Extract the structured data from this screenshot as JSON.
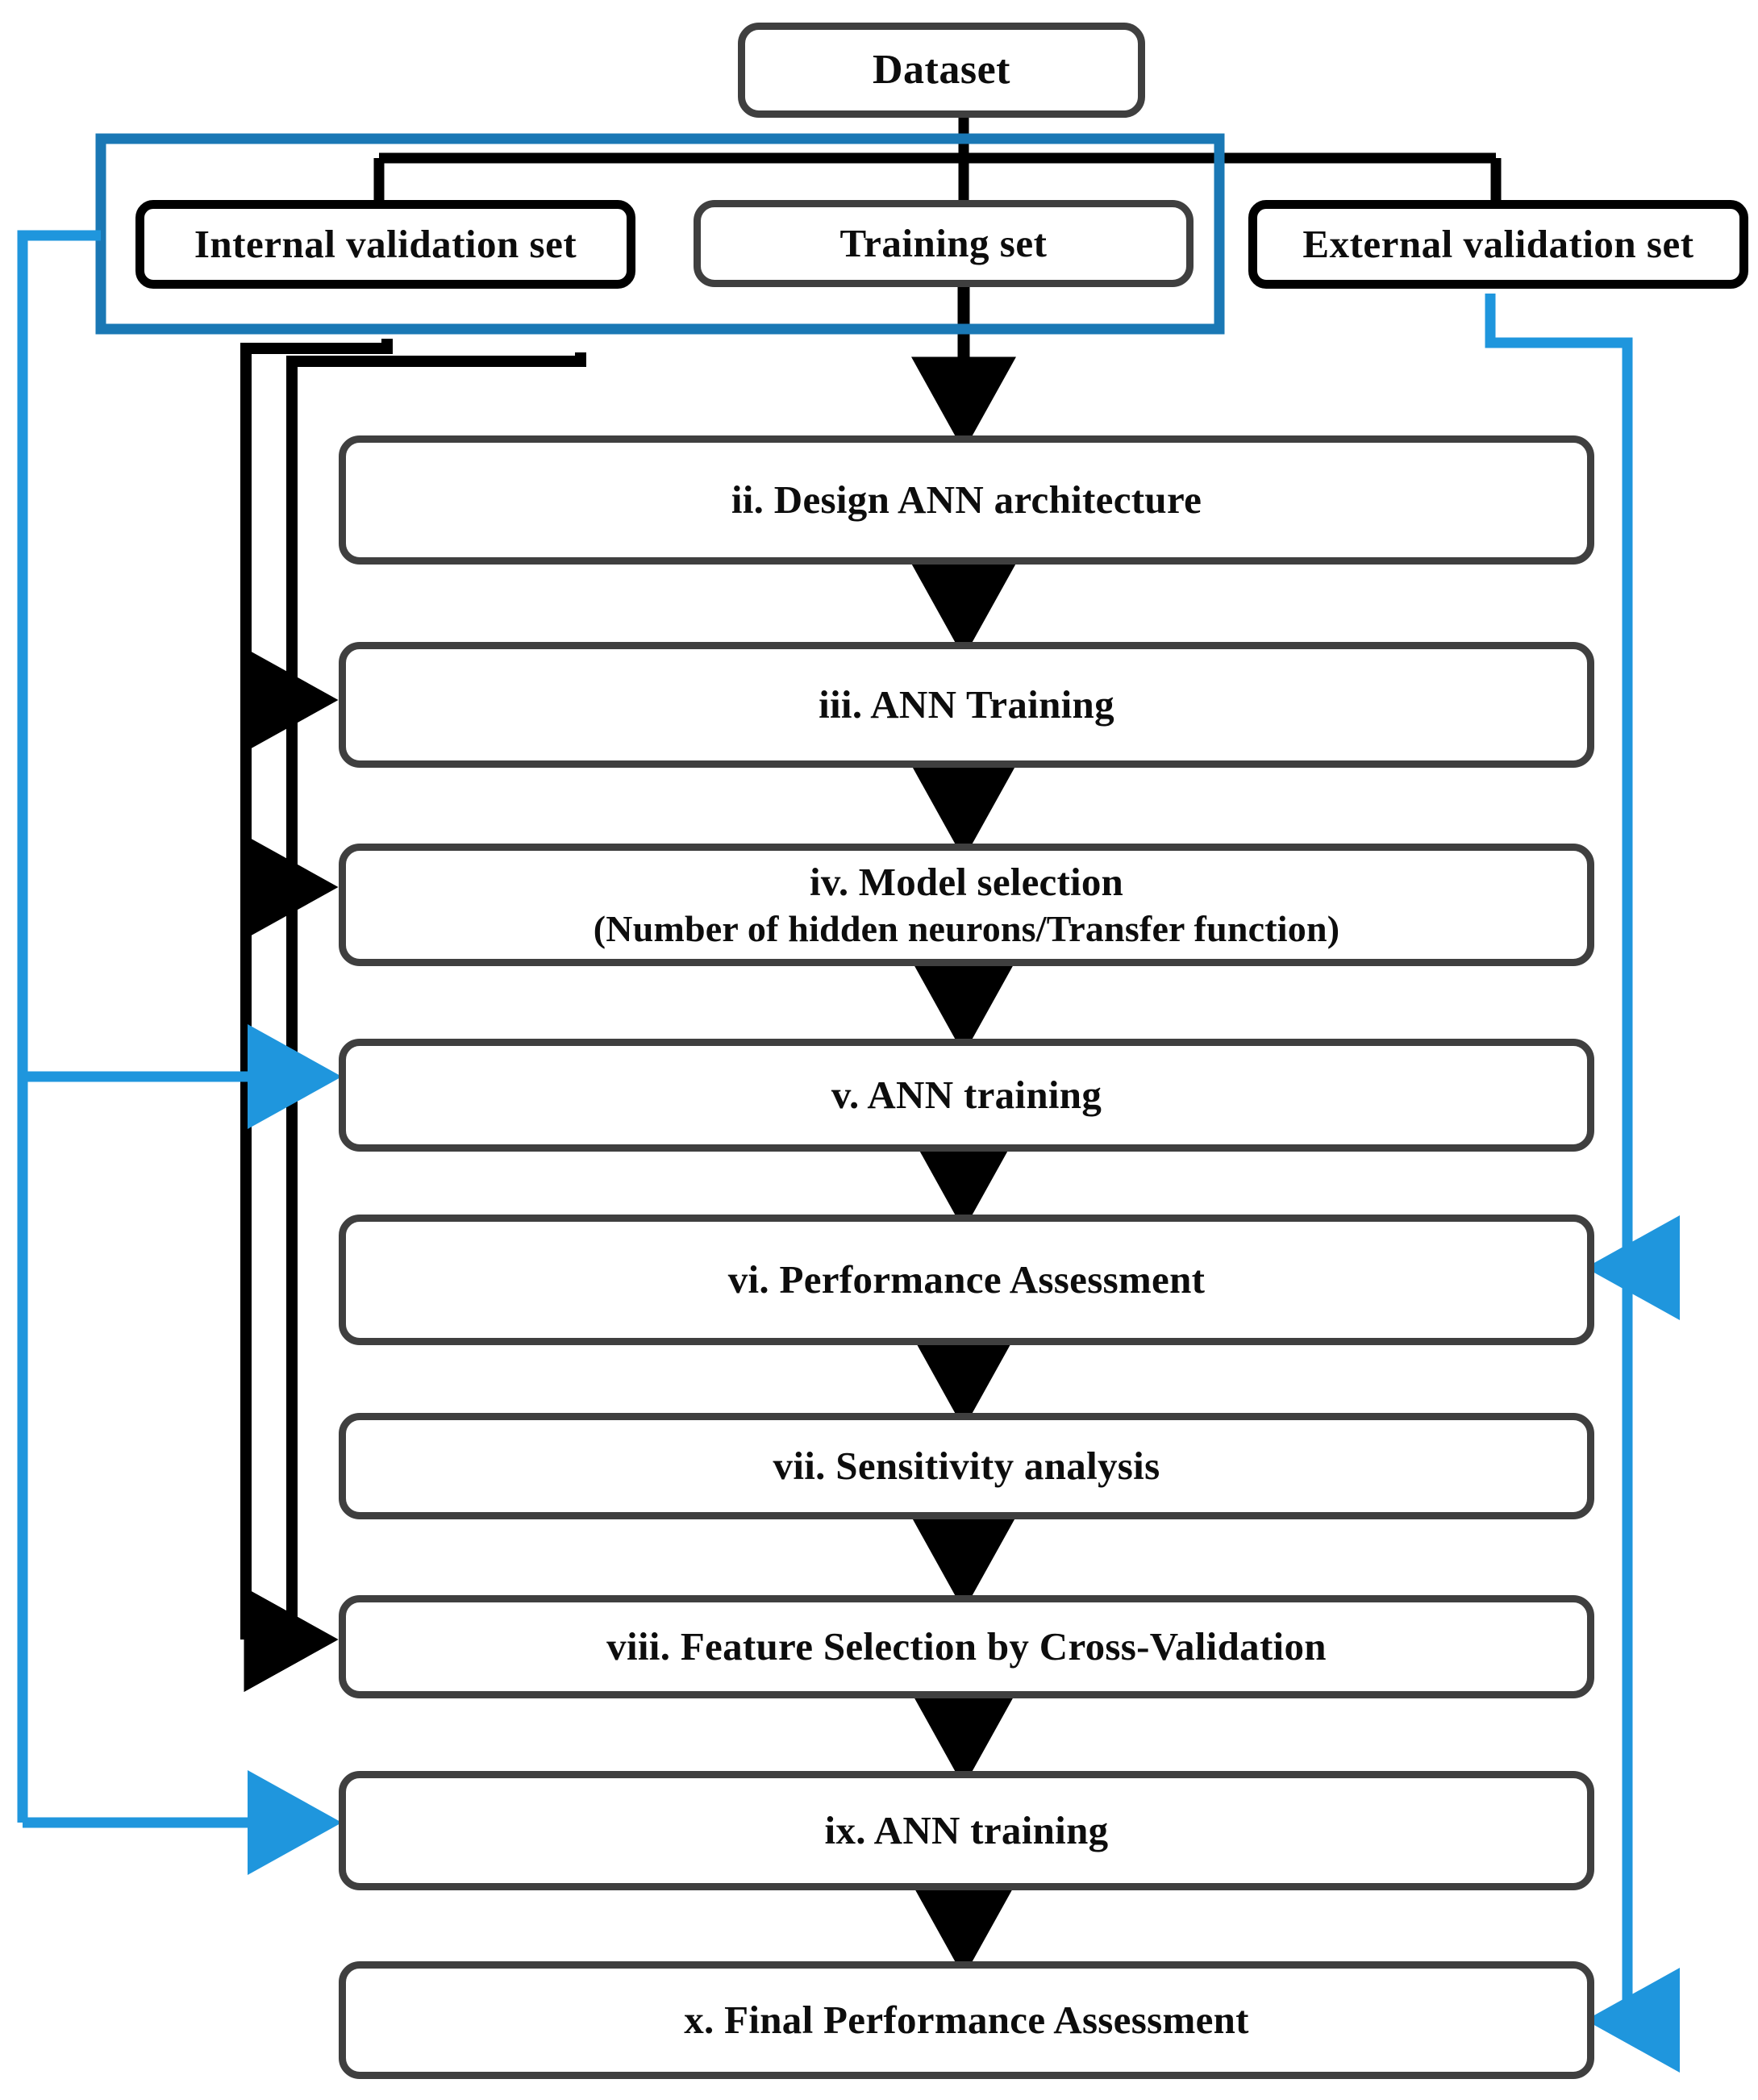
{
  "figure": {
    "kind": "flowchart",
    "title": "ANN model development workflow",
    "background": "#ffffff"
  },
  "palette": {
    "box_gray": "#3f3f3f",
    "box_black": "#000000",
    "arrow_black": "#000000",
    "arrow_blue": "#1f96dd",
    "group_blue": "#1a78b5",
    "text": "#0d0d0d"
  },
  "nodes": {
    "dataset": {
      "label": "Dataset"
    },
    "internal_validation": {
      "label": "Internal validation set"
    },
    "training": {
      "label": "Training  set"
    },
    "external_validation": {
      "label": "External validation set"
    },
    "step_ii": {
      "label": "ii. Design ANN architecture"
    },
    "step_iii": {
      "label": "iii.  ANN Training"
    },
    "step_iv_line1": {
      "label": "iv. Model selection"
    },
    "step_iv_line2": {
      "label": "(Number of hidden neurons/Transfer  function)"
    },
    "step_v": {
      "label": "v. ANN training"
    },
    "step_vi": {
      "label": "vi. Performance Assessment"
    },
    "step_vii": {
      "label": "vii. Sensitivity analysis"
    },
    "step_viii": {
      "label": "viii.  Feature Selection by Cross-Validation"
    },
    "step_ix": {
      "label": "ix. ANN training"
    },
    "step_x": {
      "label": "x. Final Performance Assessment"
    }
  },
  "edges": [
    {
      "name": "dataset-to-split-bus",
      "from": "dataset",
      "to": [
        "internal_validation",
        "training",
        "external_validation"
      ],
      "color": "black"
    },
    {
      "name": "training-to-step-ii",
      "from": "training",
      "to": "step_ii",
      "color": "black"
    },
    {
      "name": "step-ii-to-step-iii",
      "from": "step_ii",
      "to": "step_iii",
      "color": "black"
    },
    {
      "name": "step-iii-to-step-iv",
      "from": "step_iii",
      "to": "step_iv",
      "color": "black"
    },
    {
      "name": "step-iv-to-step-v",
      "from": "step_iv",
      "to": "step_v",
      "color": "black"
    },
    {
      "name": "step-v-to-step-vi",
      "from": "step_v",
      "to": "step_vi",
      "color": "black"
    },
    {
      "name": "step-vi-to-step-vii",
      "from": "step_vi",
      "to": "step_vii",
      "color": "black"
    },
    {
      "name": "step-vii-to-step-viii",
      "from": "step_vii",
      "to": "step_viii",
      "color": "black"
    },
    {
      "name": "step-viii-to-step-ix",
      "from": "step_viii",
      "to": "step_ix",
      "color": "black"
    },
    {
      "name": "step-ix-to-step-x",
      "from": "step_ix",
      "to": "step_x",
      "color": "black"
    },
    {
      "name": "internal-validation-to-step-iii",
      "from": "internal_validation",
      "to": "step_iii",
      "color": "black"
    },
    {
      "name": "internal-validation-to-step-viii",
      "from": "internal_validation",
      "to": "step_viii",
      "color": "black"
    },
    {
      "name": "training-to-step-iv",
      "from": "training",
      "to": "step_iv",
      "color": "black"
    },
    {
      "name": "training-to-step-viii",
      "from": "training",
      "to": "step_viii",
      "color": "black"
    },
    {
      "name": "group-to-step-v",
      "from": "training_group",
      "to": "step_v",
      "color": "blue"
    },
    {
      "name": "group-to-step-ix",
      "from": "training_group",
      "to": "step_ix",
      "color": "blue"
    },
    {
      "name": "external-validation-to-step-vi",
      "from": "external_validation",
      "to": "step_vi",
      "color": "blue"
    },
    {
      "name": "external-validation-to-step-x",
      "from": "external_validation",
      "to": "step_x",
      "color": "blue"
    }
  ],
  "groups": [
    {
      "name": "training-and-internal-validation-group",
      "color": "#1a78b5",
      "members": [
        "internal_validation",
        "training"
      ]
    }
  ]
}
